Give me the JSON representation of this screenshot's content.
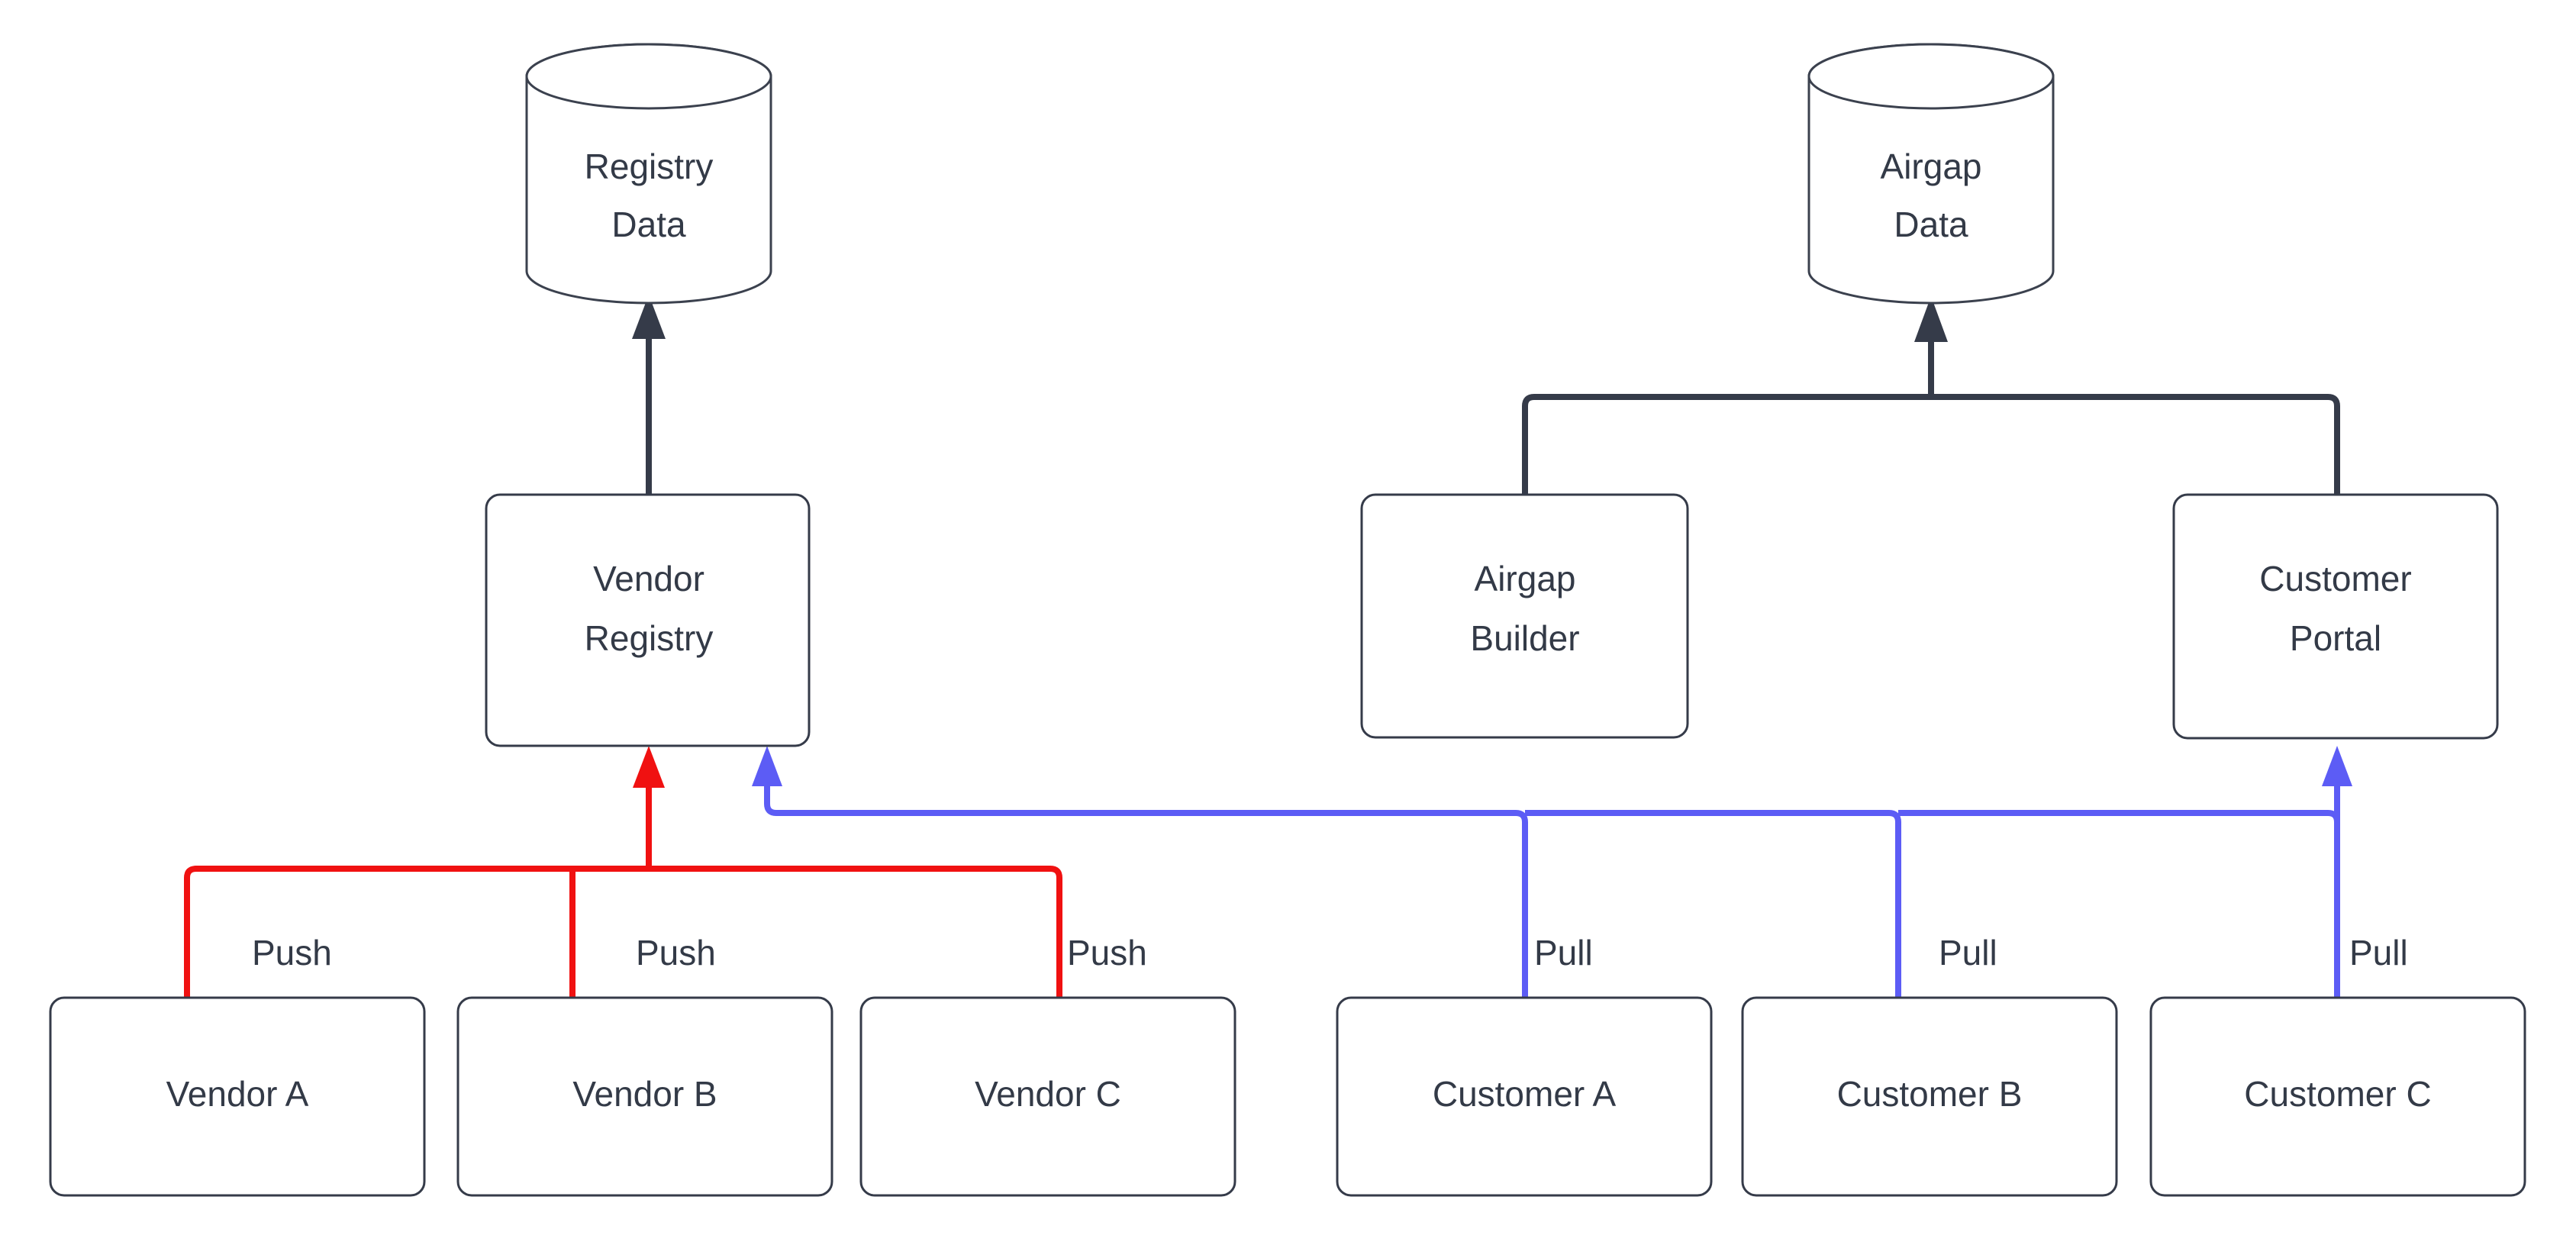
{
  "diagram": {
    "type": "flowchart",
    "background": "#ffffff",
    "colors": {
      "node_stroke": "#353b49",
      "node_fill": "#ffffff",
      "text": "#333a47",
      "push_link": "#f01111",
      "pull_link": "#5c5cf5",
      "default_link": "#353b49"
    },
    "nodes": [
      {
        "id": "registry-data",
        "label_line1": "Registry",
        "label_line2": "Data",
        "shape": "cylinder"
      },
      {
        "id": "airgap-data",
        "label_line1": "Airgap",
        "label_line2": "Data",
        "shape": "cylinder"
      },
      {
        "id": "vendor-registry",
        "label_line1": "Vendor",
        "label_line2": "Registry",
        "shape": "rounded-rect"
      },
      {
        "id": "airgap-builder",
        "label_line1": "Airgap",
        "label_line2": "Builder",
        "shape": "rounded-rect"
      },
      {
        "id": "customer-portal",
        "label_line1": "Customer",
        "label_line2": "Portal",
        "shape": "rounded-rect"
      },
      {
        "id": "vendor-a",
        "label_line1": "Vendor A",
        "label_line2": "",
        "shape": "rounded-rect"
      },
      {
        "id": "vendor-b",
        "label_line1": "Vendor B",
        "label_line2": "",
        "shape": "rounded-rect"
      },
      {
        "id": "vendor-c",
        "label_line1": "Vendor C",
        "label_line2": "",
        "shape": "rounded-rect"
      },
      {
        "id": "customer-a",
        "label_line1": "Customer A",
        "label_line2": "",
        "shape": "rounded-rect"
      },
      {
        "id": "customer-b",
        "label_line1": "Customer B",
        "label_line2": "",
        "shape": "rounded-rect"
      },
      {
        "id": "customer-c",
        "label_line1": "Customer C",
        "label_line2": "",
        "shape": "rounded-rect"
      }
    ],
    "edges": [
      {
        "from": "vendor-registry",
        "to": "registry-data",
        "label": "",
        "color": "default"
      },
      {
        "from": "airgap-builder",
        "to": "airgap-data",
        "label": "",
        "color": "default"
      },
      {
        "from": "customer-portal",
        "to": "airgap-data",
        "label": "",
        "color": "default"
      },
      {
        "from": "vendor-a",
        "to": "vendor-registry",
        "label": "Push",
        "color": "push"
      },
      {
        "from": "vendor-b",
        "to": "vendor-registry",
        "label": "Push",
        "color": "push"
      },
      {
        "from": "vendor-c",
        "to": "vendor-registry",
        "label": "Push",
        "color": "push"
      },
      {
        "from": "customer-a",
        "to": "vendor-registry",
        "label": "Pull",
        "color": "pull"
      },
      {
        "from": "customer-b",
        "to": "vendor-registry",
        "label": "Pull",
        "color": "pull"
      },
      {
        "from": "customer-c",
        "to": "customer-portal",
        "label": "Pull",
        "color": "pull"
      }
    ],
    "labels": {
      "registry_data_l1": "Registry",
      "registry_data_l2": "Data",
      "airgap_data_l1": "Airgap",
      "airgap_data_l2": "Data",
      "vendor_registry_l1": "Vendor",
      "vendor_registry_l2": "Registry",
      "airgap_builder_l1": "Airgap",
      "airgap_builder_l2": "Builder",
      "customer_portal_l1": "Customer",
      "customer_portal_l2": "Portal",
      "vendor_a": "Vendor A",
      "vendor_b": "Vendor B",
      "vendor_c": "Vendor C",
      "customer_a": "Customer A",
      "customer_b": "Customer B",
      "customer_c": "Customer C",
      "push_1": "Push",
      "push_2": "Push",
      "push_3": "Push",
      "pull_1": "Pull",
      "pull_2": "Pull",
      "pull_3": "Pull"
    }
  }
}
